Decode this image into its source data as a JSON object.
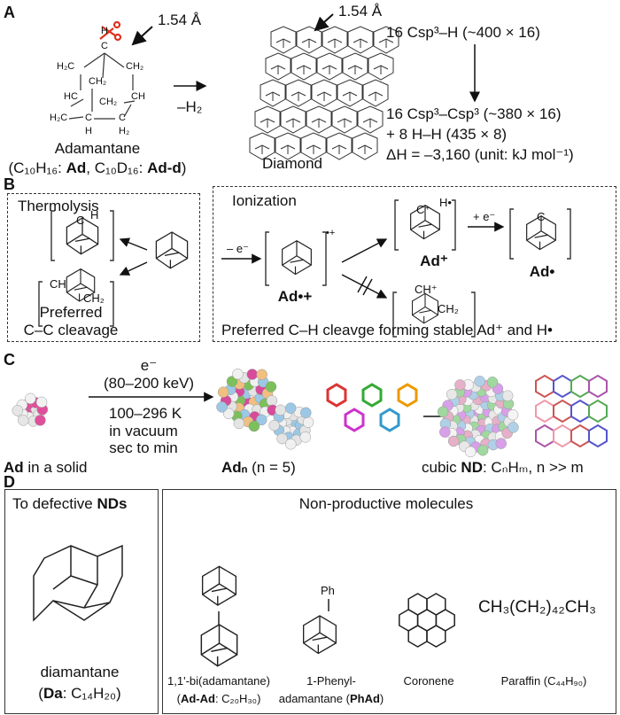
{
  "panels": {
    "a": "A",
    "b": "B",
    "c": "C",
    "d": "D"
  },
  "panel_a": {
    "bond_length_1": "1.54 Å",
    "bond_length_2": "1.54 Å",
    "arrow_label": "–H₂",
    "adamantane_atoms": [
      "H",
      "C",
      "H₂C",
      "CH₂",
      "CH₂",
      "HC",
      "CH",
      "CH₂",
      "H₂C",
      "C",
      "H",
      "C",
      "H₂"
    ],
    "adamantane_name": "Adamantane",
    "formula_prefix": "(C₁₀H₁₆: ",
    "formula_ad": "Ad",
    "formula_mid": ", C₁₀D₁₆: ",
    "formula_add": "Ad-d",
    "formula_suffix": ")",
    "diamond_name": "Diamond",
    "energy_line1": "16 Csp³–H (~400 × 16)",
    "energy_line2": "16 Csp³–Csp³ (~380 × 16)",
    "energy_line3": "+ 8 H–H (435 × 8)",
    "energy_line4": "ΔH = –3,160 (unit: kJ mol⁻¹)",
    "scissors_color": "#e0301e"
  },
  "panel_b": {
    "thermolysis_title": "Thermolysis",
    "thermo_labels": [
      "C",
      "H",
      "CH",
      "CH₂"
    ],
    "thermo_caption_1": "Preferred",
    "thermo_caption_2": "C–C cleavage",
    "ionization_title": "Ionization",
    "minus_e": "– e⁻",
    "plus_e": "+ e⁻",
    "radical_cation_charge": "•+",
    "ad_radical_cation": "Ad•+",
    "ad_cation": "Ad⁺",
    "ad_radical": "Ad•",
    "cation_labels": [
      "C⁺",
      "H•",
      "C",
      "CH⁺",
      "CH₂"
    ],
    "ionization_caption": "Preferred C–H cleavge forming stable Ad⁺ and H•"
  },
  "panel_c": {
    "electron": "e⁻",
    "energy": "(80–200 keV)",
    "temperature": "100–296 K",
    "condition": "in vacuum",
    "time": "sec to min",
    "label_ad_bold": "Ad",
    "label_ad_rest": " in a solid",
    "label_adn_bold": "Adₙ",
    "label_adn_rest": " (n = 5)",
    "label_nd_pre": "cubic ",
    "label_nd_bold": "ND",
    "label_nd_rest": ": CₙHₘ, n >> m"
  },
  "panel_d": {
    "left_title_pre": "To defective ",
    "left_title_bold": "NDs",
    "diamantane_name": "diamantane",
    "diamantane_formula_pre": "(",
    "diamantane_formula_bold": "Da",
    "diamantane_formula_rest": ": C₁₄H₂₀)",
    "right_title": "Non-productive molecules",
    "biad_name": "1,1'-bi(adamantane)",
    "biad_formula_pre": "(",
    "biad_formula_bold": "Ad-Ad",
    "biad_formula_rest": ": C₂₀H₃₀)",
    "phad_label": "Ph",
    "phad_name_1": "1-Phenyl-",
    "phad_name_2_pre": "adamantane (",
    "phad_name_2_bold": "PhAd",
    "phad_name_2_rest": ")",
    "coronene_name": "Coronene",
    "paraffin_formula": "CH₃(CH₂)₄₂CH₃",
    "paraffin_name": "Paraffin (C₄₄H₉₀)"
  }
}
